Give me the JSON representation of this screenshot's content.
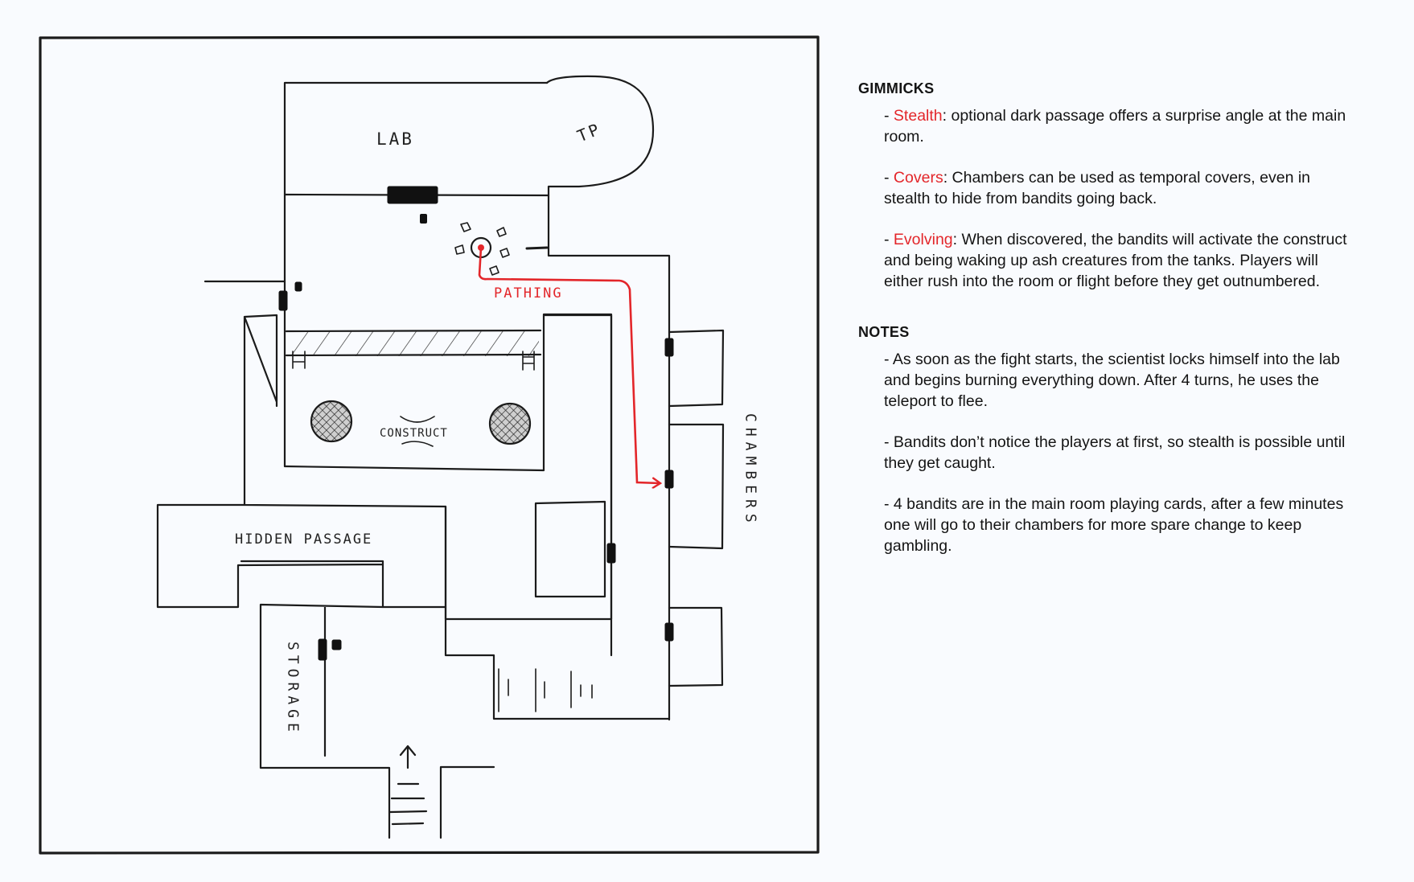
{
  "map": {
    "labels": {
      "lab": "LAB",
      "tp": "TP",
      "construct": "CONSTRUCT",
      "pathing": "PATHING",
      "chambers": "CHAMBERS",
      "hidden_passage": "HIDDEN PASSAGE",
      "storage": "STORAGE"
    },
    "colors": {
      "ink": "#1b1b1b",
      "accent": "#e3262a",
      "background": "#f9fbfe"
    },
    "icons": [
      "door-icon",
      "lock-icon",
      "tank-icon",
      "stairs-icon",
      "entrance-arrow-icon",
      "table-icon",
      "chair-icon"
    ]
  },
  "gimmicks": {
    "title": "GIMMICKS",
    "items": [
      {
        "name": "Stealth",
        "text": ": optional dark passage offers a surprise angle at the main room."
      },
      {
        "name": "Covers",
        "text": ": Chambers can be used as temporal covers, even in stealth to hide from bandits going back."
      },
      {
        "name": "Evolving",
        "text": ": When discovered, the bandits will activate the construct and being waking up ash creatures from the tanks. Players will either rush into the room or flight before they get outnumbered."
      }
    ]
  },
  "notes": {
    "title": "NOTES",
    "items": [
      "- As soon as the fight starts, the scientist locks himself into the lab and begins burning everything down. After 4 turns, he uses the teleport to flee.",
      "- Bandits don’t notice the players at first, so stealth is possible until they get caught.",
      "- 4 bandits are in the main room playing cards, after a few minutes one will go to their chambers for more spare change to keep gambling."
    ]
  }
}
